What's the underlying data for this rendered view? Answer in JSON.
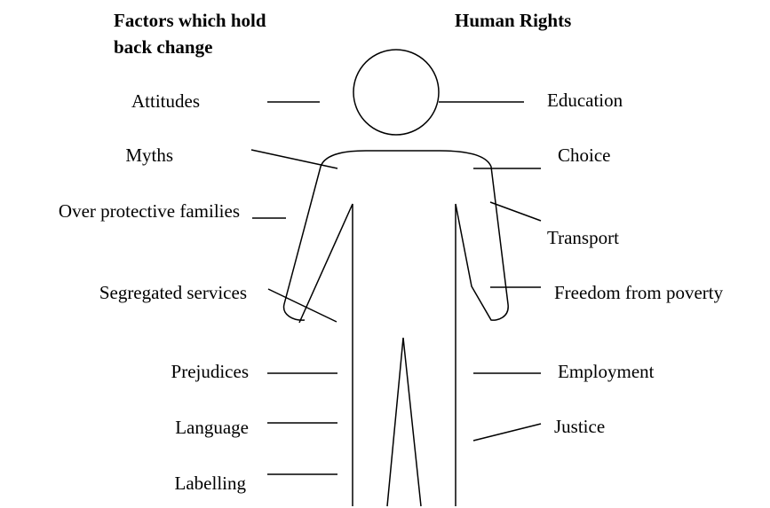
{
  "headings": {
    "left_line1": "Factors which hold",
    "left_line2": "back change",
    "right": "Human Rights"
  },
  "factors": [
    "Attitudes",
    "Myths",
    "Over protective families",
    "Segregated services",
    "Prejudices",
    "Language",
    "Labelling"
  ],
  "rights": [
    "Education",
    "Choice",
    "Transport",
    "Freedom from poverty",
    "Employment",
    "Justice"
  ]
}
